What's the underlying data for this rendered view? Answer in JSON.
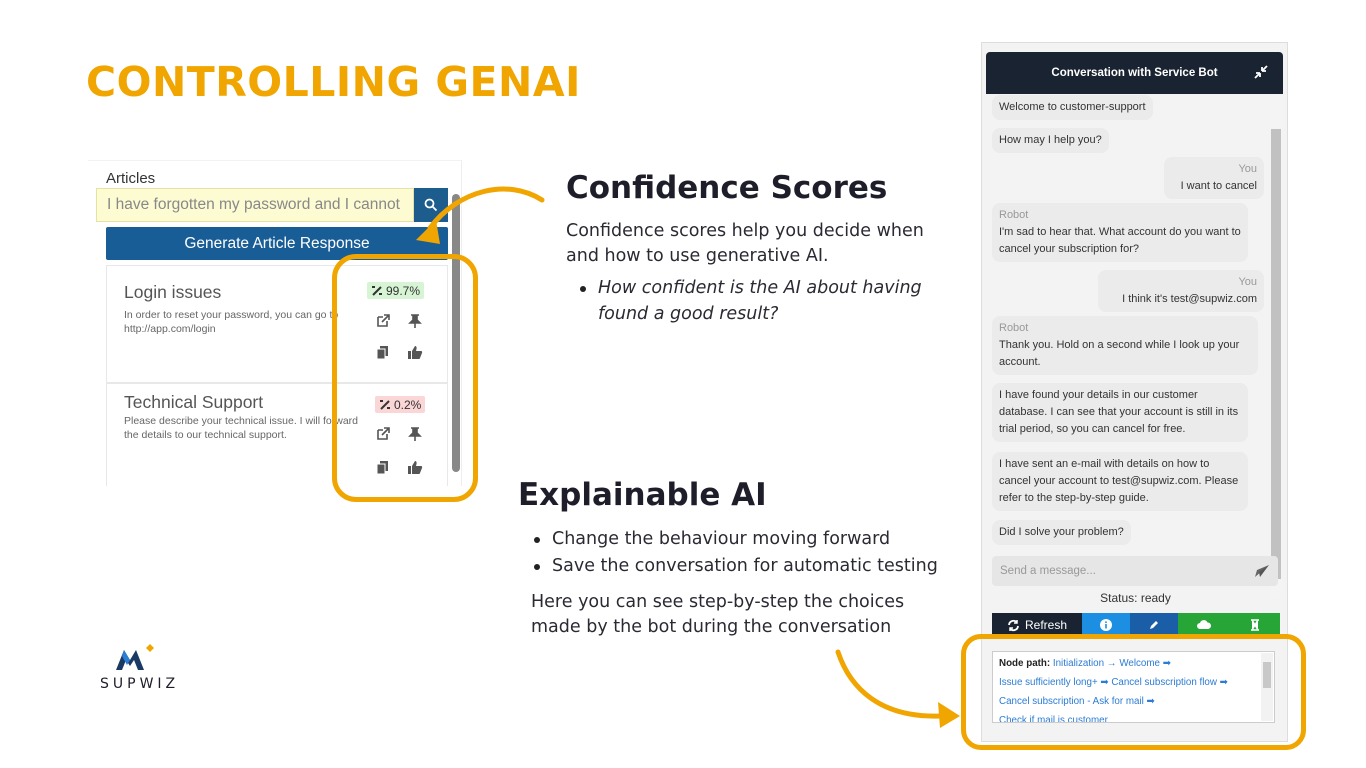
{
  "slide": {
    "title": "CONTROLLING GENAI"
  },
  "articles": {
    "header": "Articles",
    "search_value": "I have forgotten my password and I cannot",
    "generate_label": "Generate Article Response",
    "cards": [
      {
        "title": "Login issues",
        "body": "In order to reset your password, you can go to http://app.com/login",
        "score": "99.7%"
      },
      {
        "title": "Technical Support",
        "body": "Please describe your technical issue. I will forward the details to our technical support.",
        "score": "0.2%"
      }
    ]
  },
  "confidence": {
    "title": "Confidence Scores",
    "text": "Confidence scores help you decide when and how to use generative AI.",
    "bullets": [
      "How confident is the AI about having found a good result?"
    ]
  },
  "explainable": {
    "title": "Explainable AI",
    "bullets": [
      "Change the behaviour moving forward",
      "Save the conversation for automatic testing"
    ],
    "text": "Here you can see step-by-step the choices made by the bot during the conversation"
  },
  "chat": {
    "header": "Conversation with Service Bot",
    "messages": [
      {
        "role": "bot",
        "who": "",
        "text": "Welcome to customer-support"
      },
      {
        "role": "bot",
        "who": "",
        "text": "How may I help you?"
      },
      {
        "role": "user",
        "who": "You",
        "text": "I want to cancel"
      },
      {
        "role": "bot",
        "who": "Robot",
        "text": "I'm sad to hear that. What account do you want to cancel your subscription for?"
      },
      {
        "role": "user",
        "who": "You",
        "text": "I think it's test@supwiz.com"
      },
      {
        "role": "bot",
        "who": "Robot",
        "text": "Thank you. Hold on a second while I look up your account."
      },
      {
        "role": "bot",
        "who": "",
        "text": "I have found your details in our customer database. I can see that your account is still in its trial period, so you can cancel for free."
      },
      {
        "role": "bot",
        "who": "",
        "text": "I have sent an e-mail with details on how to cancel your account to test@supwiz.com. Please refer to the step-by-step guide."
      },
      {
        "role": "bot",
        "who": "",
        "text": "Did I solve your problem?"
      }
    ],
    "input_placeholder": "Send a message...",
    "status": "Status: ready",
    "refresh_label": "Refresh",
    "node_path": {
      "label": "Node path:",
      "line1": "Initialization → Welcome ➡",
      "line2": "Issue sufficiently long+ ➡ Cancel subscription flow ➡",
      "line3": "Cancel subscription - Ask for mail ➡",
      "line4": "Check if mail is customer"
    }
  },
  "logo": {
    "text": "SUPWIZ"
  },
  "colors": {
    "accent": "#f0a500",
    "navy": "#1a2332",
    "blue_btn": "#185d96",
    "green": "#27a637",
    "info_blue": "#1c8fe3"
  }
}
